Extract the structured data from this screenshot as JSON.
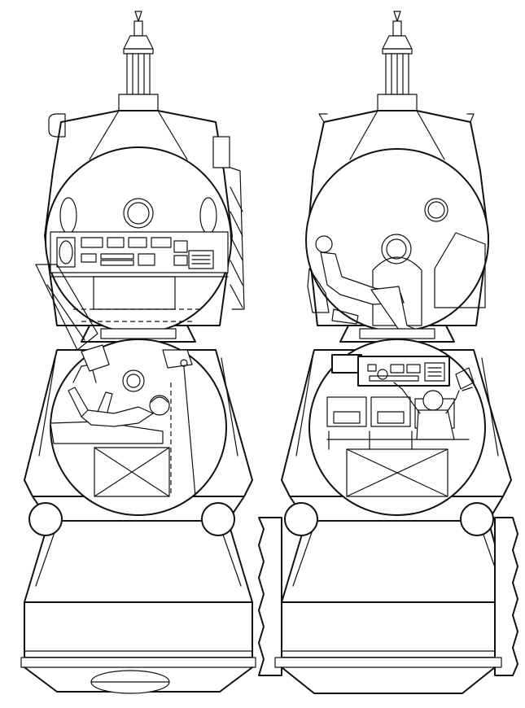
{
  "diagram": {
    "title": "",
    "views": [
      {
        "id": "left",
        "crew_figures": 1
      },
      {
        "id": "right",
        "crew_figures": 2
      }
    ],
    "line_color": "#111111",
    "background": "#ffffff"
  }
}
